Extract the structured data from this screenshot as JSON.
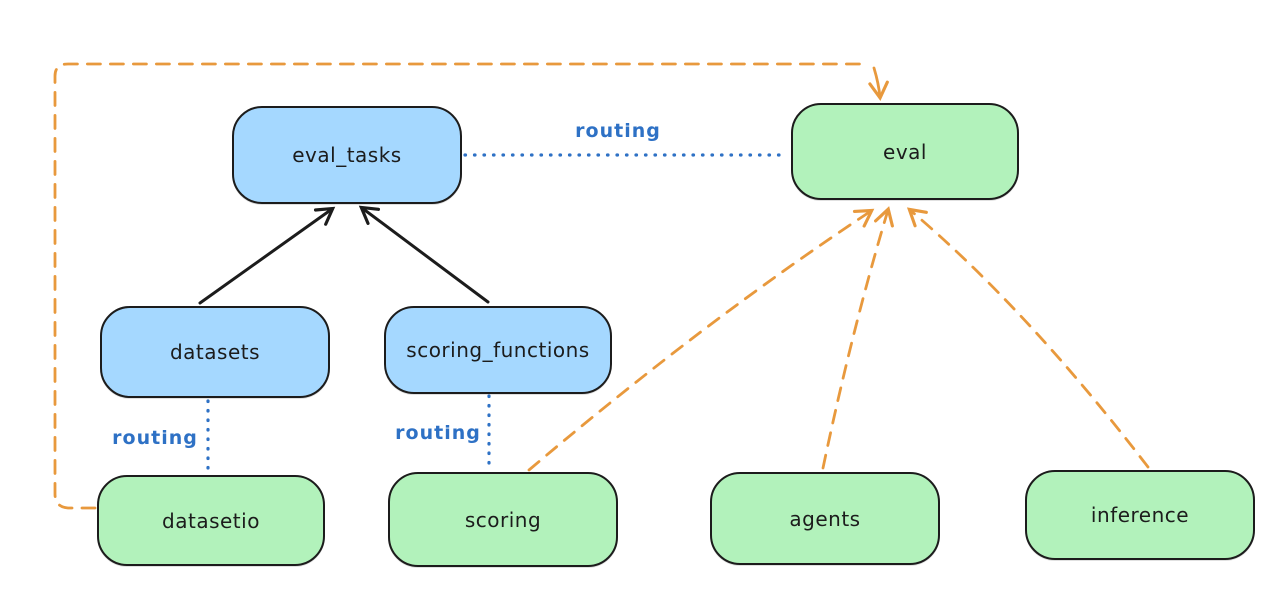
{
  "diagram": {
    "type": "architecture-diagram",
    "background": "#ffffff",
    "colors": {
      "blue_node_fill": "#a5d8ff",
      "green_node_fill": "#b2f2bb",
      "node_stroke": "#1c1c1c",
      "black_arrow": "#1c1c1c",
      "orange_dashed": "#e8993d",
      "blue_dotted": "#2e71c5"
    },
    "nodes": [
      {
        "id": "eval_tasks",
        "label": "eval_tasks",
        "color": "blue"
      },
      {
        "id": "eval",
        "label": "eval",
        "color": "green"
      },
      {
        "id": "datasets",
        "label": "datasets",
        "color": "blue"
      },
      {
        "id": "scoring_functions",
        "label": "scoring_functions",
        "color": "blue"
      },
      {
        "id": "datasetio",
        "label": "datasetio",
        "color": "green"
      },
      {
        "id": "scoring",
        "label": "scoring",
        "color": "green"
      },
      {
        "id": "agents",
        "label": "agents",
        "color": "green"
      },
      {
        "id": "inference",
        "label": "inference",
        "color": "green"
      }
    ],
    "edges": [
      {
        "from": "datasets",
        "to": "eval_tasks",
        "style": "solid-black-arrow"
      },
      {
        "from": "scoring_functions",
        "to": "eval_tasks",
        "style": "solid-black-arrow"
      },
      {
        "from": "eval_tasks",
        "to": "eval",
        "style": "dotted-blue",
        "label": "routing"
      },
      {
        "from": "datasets",
        "to": "datasetio",
        "style": "dotted-blue",
        "label": "routing"
      },
      {
        "from": "scoring_functions",
        "to": "scoring",
        "style": "dotted-blue",
        "label": "routing"
      },
      {
        "from": "datasetio",
        "to": "eval",
        "style": "dashed-orange-arrow"
      },
      {
        "from": "scoring",
        "to": "eval",
        "style": "dashed-orange-arrow"
      },
      {
        "from": "agents",
        "to": "eval",
        "style": "dashed-orange-arrow"
      },
      {
        "from": "inference",
        "to": "eval",
        "style": "dashed-orange-arrow"
      }
    ]
  }
}
